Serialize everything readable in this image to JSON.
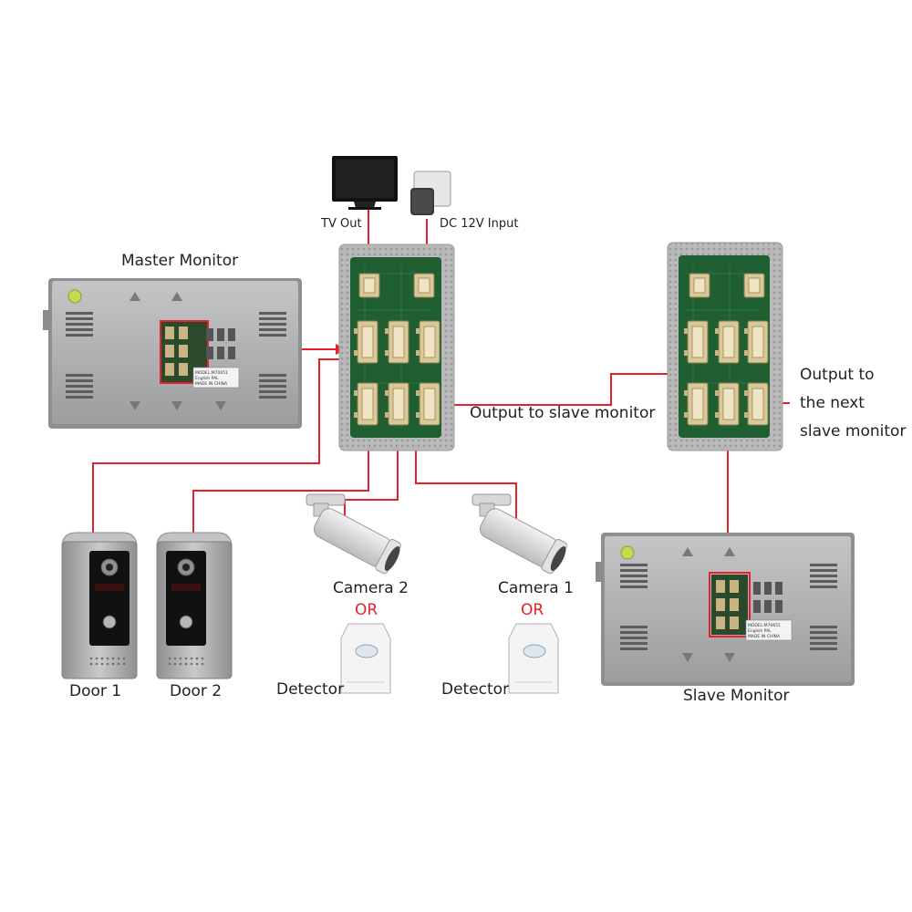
{
  "labels": {
    "tv_out": "TV Out",
    "dc_input": "DC 12V Input",
    "master_monitor": "Master Monitor",
    "output_slave": "Output to slave monitor",
    "output_next_1": "Output to",
    "output_next_2": "the next",
    "output_next_3": "slave monitor",
    "camera2": "Camera 2",
    "camera1": "Camera 1",
    "or_1": "OR",
    "or_2": "OR",
    "detector_1": "Detector",
    "detector_2": "Detector",
    "door1": "Door 1",
    "door2": "Door 2",
    "slave_monitor": "Slave Monitor"
  },
  "sticker": {
    "line1": "MODEL:M70651",
    "line2": "English PAL",
    "line3": "MADE IN CHINA"
  },
  "colors": {
    "wire": "#e8202a",
    "monitor_face": "#a9aaac",
    "board": "#1f5f32",
    "connector": "#d9c89a",
    "panel_frame": "#b5b5b5"
  }
}
